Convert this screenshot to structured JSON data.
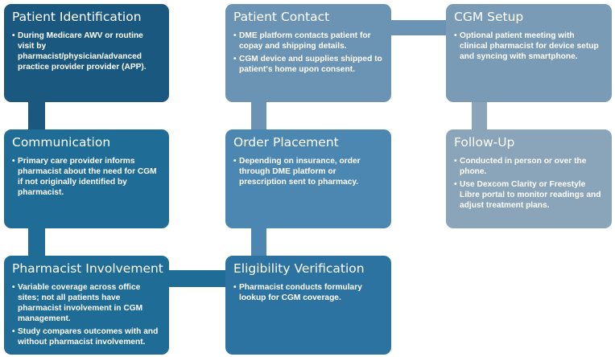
{
  "colors": {
    "dark": "#1a587f",
    "mid": "#1f6c97",
    "light": "#4c87b1",
    "pale": "#6b93b4",
    "gray": "#8aa4b9"
  },
  "steps": [
    {
      "title": "Patient Identification",
      "bullets": [
        "During Medicare AWV or routine visit by pharmacist/physician/advanced practice provider provider (APP)."
      ]
    },
    {
      "title": "Communication",
      "bullets": [
        "Primary care provider informs pharmacist about the need for CGM if not originally identified by pharmacist."
      ]
    },
    {
      "title": "Pharmacist Involvement",
      "bullets": [
        "Variable coverage across office sites; not all patients have pharmacist involvement in CGM management.",
        "Study compares outcomes with and without pharmacist involvement."
      ]
    },
    {
      "title": "Patient Contact",
      "bullets": [
        "DME platform contacts patient for copay and shipping details.",
        "CGM device and supplies shipped to patient's home upon consent."
      ]
    },
    {
      "title": "Order Placement",
      "bullets": [
        "Depending on insurance, order through DME platform or prescription sent to pharmacy."
      ]
    },
    {
      "title": "Eligibility Verification",
      "bullets": [
        "Pharmacist conducts formulary lookup for CGM coverage."
      ]
    },
    {
      "title": "CGM Setup",
      "bullets": [
        "Optional patient meeting with clinical pharmacist for device setup and syncing with smartphone."
      ]
    },
    {
      "title": "Follow-Up",
      "bullets": [
        "Conducted in person or over the phone.",
        "Use Dexcom Clarity or Freestyle Libre portal to monitor readings and adjust treatment plans."
      ]
    }
  ]
}
